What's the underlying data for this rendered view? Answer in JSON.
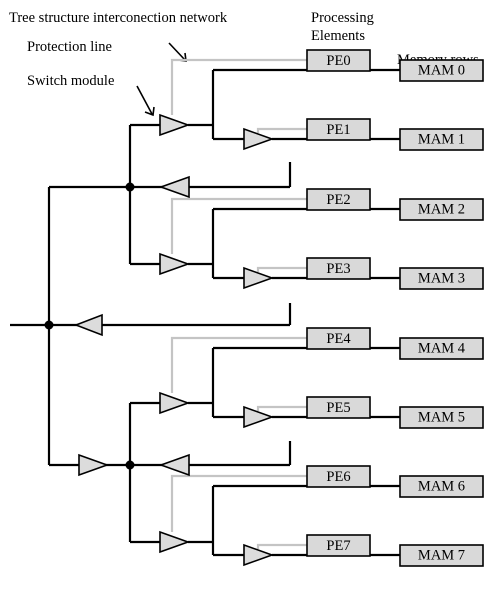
{
  "labels": {
    "network_title": "Tree structure interconection network",
    "protection_line": "Protection line",
    "switch_module": "Switch module",
    "processing_line1": "Processing",
    "processing_line2": "Elements",
    "memory_rows": "Memory rows"
  },
  "processing_elements": [
    "PE0",
    "PE1",
    "PE2",
    "PE3",
    "PE4",
    "PE5",
    "PE6",
    "PE7"
  ],
  "memory_rows": [
    "MAM 0",
    "MAM 1",
    "MAM 2",
    "MAM 3",
    "MAM 4",
    "MAM 5",
    "MAM 6",
    "MAM 7"
  ],
  "colors": {
    "box_fill": "#d9d9d9",
    "switch_fill": "#dcdcdc",
    "wire": "#000000",
    "protection_line": "#c4c4c4"
  }
}
